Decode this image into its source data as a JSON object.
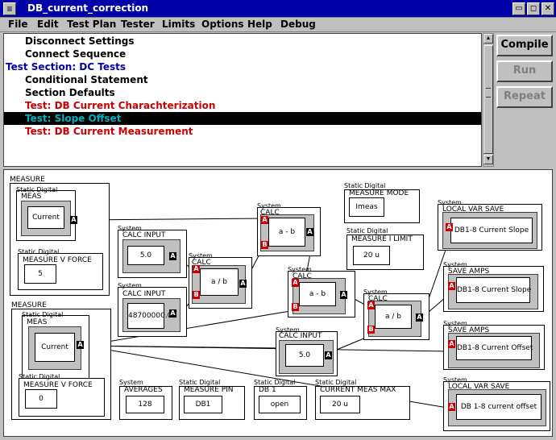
{
  "window": {
    "title": "DB_current_correction",
    "icon_glyph": "≡",
    "btn_minimize": "▭",
    "btn_restore": "◻",
    "btn_close": "✕"
  },
  "menu": [
    "File",
    "Edit",
    "Test Plan",
    "Tester",
    "Limits",
    "Options",
    "Help",
    "Debug"
  ],
  "test_list": [
    {
      "text": "Disconnect Settings",
      "indent": 1,
      "color": "#000000",
      "selected": false
    },
    {
      "text": "Connect Sequence",
      "indent": 1,
      "color": "#000000",
      "selected": false
    },
    {
      "text": "Test Section: DC Tests",
      "indent": 0,
      "color": "#0000a8",
      "selected": false
    },
    {
      "text": "Conditional Statement",
      "indent": 1,
      "color": "#000000",
      "selected": false
    },
    {
      "text": "Section Defaults",
      "indent": 1,
      "color": "#000000",
      "selected": false
    },
    {
      "text": "Test: DB Current Charachterization",
      "indent": 1,
      "color": "#cc0000",
      "selected": false
    },
    {
      "text": "Test: Slope Offset",
      "indent": 1,
      "color": "#00b0c0",
      "selected": true
    },
    {
      "text": "Test: DB Current Measurement",
      "indent": 1,
      "color": "#cc0000",
      "selected": false
    }
  ],
  "side_buttons": [
    {
      "label": "Compile",
      "enabled": true
    },
    {
      "label": "Run",
      "enabled": false
    },
    {
      "label": "Repeat",
      "enabled": false
    }
  ],
  "scroll": {
    "up": "▲",
    "down": "▼"
  },
  "ports": {
    "out": "A",
    "in_a": "A",
    "in_b": "B"
  },
  "blocks": {
    "measure1": {
      "outer_label": "MEASURE",
      "type": "Static Digital",
      "name": "MEAS",
      "value": "Current"
    },
    "vforce1": {
      "type": "Static Digital",
      "name": "MEASURE V FORCE",
      "value": "5"
    },
    "measure2": {
      "outer_label": "MEASURE",
      "type": "Static Digital",
      "name": "MEAS",
      "value": "Current"
    },
    "vforce2": {
      "type": "Static Digital",
      "name": "MEASURE V FORCE",
      "value": "0"
    },
    "calc_input1": {
      "type": "System",
      "name": "CALC INPUT",
      "value": "5.0"
    },
    "calc_input2": {
      "type": "System",
      "name": "CALC INPUT",
      "value": "48700000.0"
    },
    "calc_ab1": {
      "type": "System",
      "name": "CALC",
      "value": "a / b"
    },
    "calc_amb1": {
      "type": "System",
      "name": "CALC",
      "value": "a - b"
    },
    "calc_amb2": {
      "type": "System",
      "name": "CALC",
      "value": "a - b"
    },
    "calc_ab2": {
      "type": "System",
      "name": "CALC",
      "value": "a / b"
    },
    "calc_input3": {
      "type": "System",
      "name": "CALC INPUT",
      "value": "5.0"
    },
    "meas_mode": {
      "type": "Static Digital",
      "name": "MEASURE MODE",
      "value": "Imeas"
    },
    "meas_ilimit": {
      "type": "Static Digital",
      "name": "MEASURE I LIMIT",
      "value": "20 u"
    },
    "lvs1": {
      "type": "System",
      "name": "LOCAL VAR SAVE",
      "value": "DB1-8 Current Slope"
    },
    "save_amps1": {
      "type": "System",
      "name": "SAVE AMPS",
      "value": "DB1-8 Current Slope"
    },
    "save_amps2": {
      "type": "System",
      "name": "SAVE AMPS",
      "value": "DB1-8 Current Offset"
    },
    "lvs2": {
      "type": "System",
      "name": "LOCAL VAR SAVE",
      "value": "DB 1-8 current offset"
    },
    "averages": {
      "type": "System",
      "name": "AVERAGES",
      "value": "128"
    },
    "meas_pin": {
      "type": "Static Digital",
      "name": "MEASURE PIN",
      "value": "DB1"
    },
    "db1": {
      "type": "Static Digital",
      "name": "DB 1",
      "value": "open"
    },
    "cur_meas_max": {
      "type": "Static Digital",
      "name": "CURRENT MEAS MAX",
      "value": "20 u"
    }
  }
}
